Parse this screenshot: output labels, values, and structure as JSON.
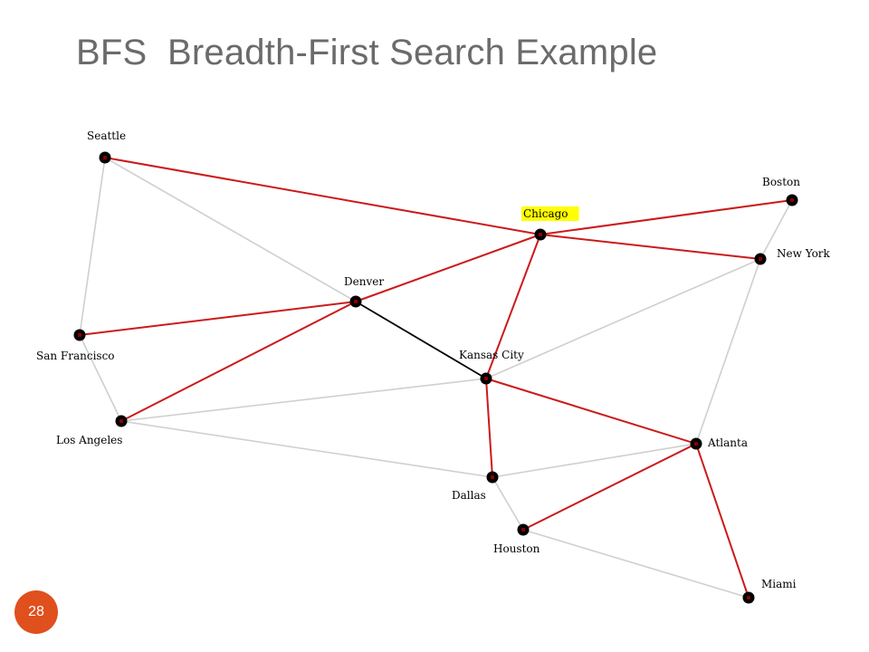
{
  "slide": {
    "title": "BFS  Breadth-First Search Example",
    "page_number": "28"
  },
  "colors": {
    "title": "#6b6b6b",
    "tree_edge": "#cc1a1a",
    "unused_edge": "#cfcfcf",
    "black_edge": "#000000",
    "node": "#000000",
    "highlight": "#ffff00",
    "page_badge": "#e0501e"
  },
  "graph": {
    "start_node": "Chicago",
    "nodes": [
      {
        "id": "Seattle",
        "label": "Seattle"
      },
      {
        "id": "SanFrancisco",
        "label": "San Francisco"
      },
      {
        "id": "LosAngeles",
        "label": "Los Angeles"
      },
      {
        "id": "Denver",
        "label": "Denver"
      },
      {
        "id": "Chicago",
        "label": "Chicago"
      },
      {
        "id": "KansasCity",
        "label": "Kansas City"
      },
      {
        "id": "Dallas",
        "label": "Dallas"
      },
      {
        "id": "Houston",
        "label": "Houston"
      },
      {
        "id": "Boston",
        "label": "Boston"
      },
      {
        "id": "NewYork",
        "label": "New York"
      },
      {
        "id": "Atlanta",
        "label": "Atlanta"
      },
      {
        "id": "Miami",
        "label": "Miami"
      }
    ],
    "edges": [
      {
        "from": "Seattle",
        "to": "Chicago",
        "type": "tree"
      },
      {
        "from": "Seattle",
        "to": "Denver",
        "type": "unused"
      },
      {
        "from": "Seattle",
        "to": "SanFrancisco",
        "type": "unused"
      },
      {
        "from": "SanFrancisco",
        "to": "Denver",
        "type": "tree"
      },
      {
        "from": "SanFrancisco",
        "to": "LosAngeles",
        "type": "unused"
      },
      {
        "from": "LosAngeles",
        "to": "Denver",
        "type": "tree"
      },
      {
        "from": "LosAngeles",
        "to": "KansasCity",
        "type": "unused"
      },
      {
        "from": "LosAngeles",
        "to": "Dallas",
        "type": "unused"
      },
      {
        "from": "Denver",
        "to": "Chicago",
        "type": "tree"
      },
      {
        "from": "Denver",
        "to": "KansasCity",
        "type": "black"
      },
      {
        "from": "Chicago",
        "to": "Boston",
        "type": "tree"
      },
      {
        "from": "Chicago",
        "to": "NewYork",
        "type": "tree"
      },
      {
        "from": "Chicago",
        "to": "KansasCity",
        "type": "tree"
      },
      {
        "from": "Boston",
        "to": "NewYork",
        "type": "unused"
      },
      {
        "from": "NewYork",
        "to": "KansasCity",
        "type": "unused"
      },
      {
        "from": "NewYork",
        "to": "Atlanta",
        "type": "unused"
      },
      {
        "from": "KansasCity",
        "to": "Atlanta",
        "type": "tree"
      },
      {
        "from": "KansasCity",
        "to": "Dallas",
        "type": "tree"
      },
      {
        "from": "Dallas",
        "to": "Atlanta",
        "type": "unused"
      },
      {
        "from": "Dallas",
        "to": "Houston",
        "type": "unused"
      },
      {
        "from": "Atlanta",
        "to": "Houston",
        "type": "tree"
      },
      {
        "from": "Atlanta",
        "to": "Miami",
        "type": "tree"
      },
      {
        "from": "Houston",
        "to": "Miami",
        "type": "unused"
      }
    ]
  }
}
